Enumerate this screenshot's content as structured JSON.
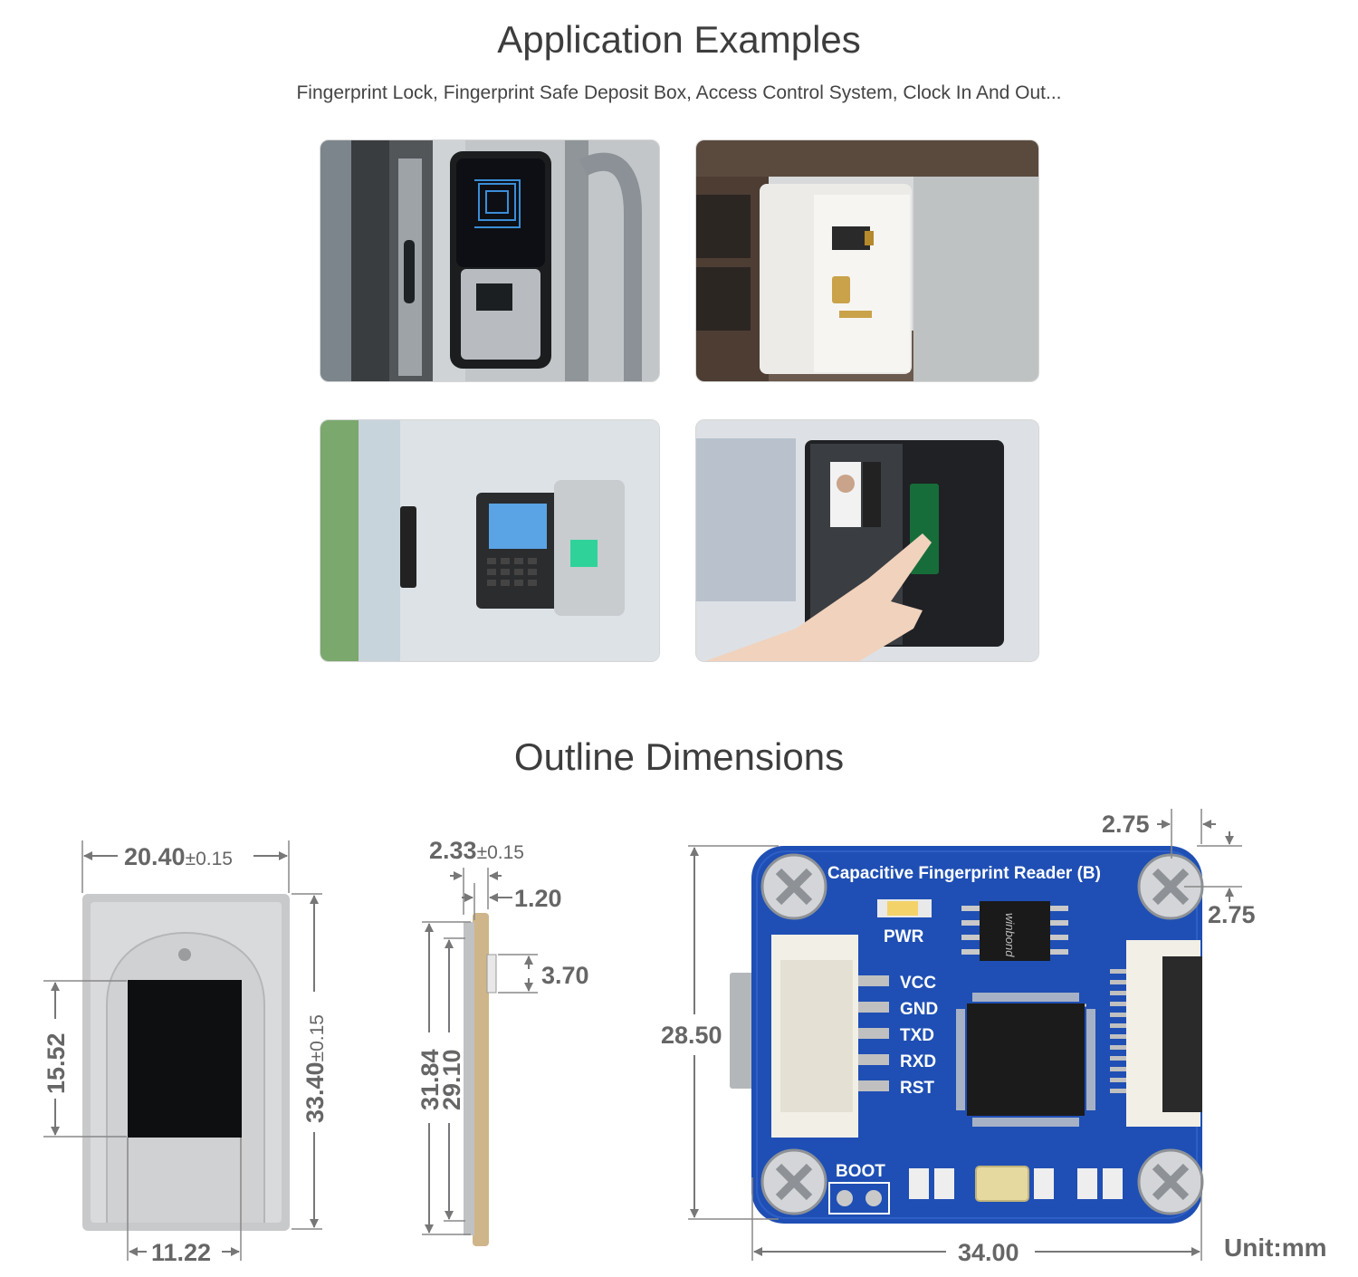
{
  "section1": {
    "title": "Application Examples",
    "subtitle": "Fingerprint Lock, Fingerprint Safe Deposit Box, Access Control System, Clock In And Out..."
  },
  "section2": {
    "title": "Outline Dimensions"
  },
  "sensor_front": {
    "width": "20.40",
    "width_tol": "±0.15",
    "height": "33.40",
    "height_tol": "±0.15",
    "window_height": "15.52",
    "window_width": "11.22"
  },
  "sensor_side": {
    "thickness": "2.33",
    "thickness_tol": "±0.15",
    "plate": "1.20",
    "connector": "3.70",
    "length_outer": "31.84",
    "length_inner": "29.10"
  },
  "board": {
    "label": "Capacitive Fingerprint Reader (B)",
    "pwr": "PWR",
    "pins": [
      "VCC",
      "GND",
      "TXD",
      "RXD",
      "RST"
    ],
    "boot": "BOOT",
    "chip_text": "winbond",
    "width": "34.00",
    "height": "28.50",
    "hole_offset_x": "2.75",
    "hole_offset_y": "2.75",
    "pcb_color": "#1f4fb4"
  },
  "unit": "Unit:mm"
}
